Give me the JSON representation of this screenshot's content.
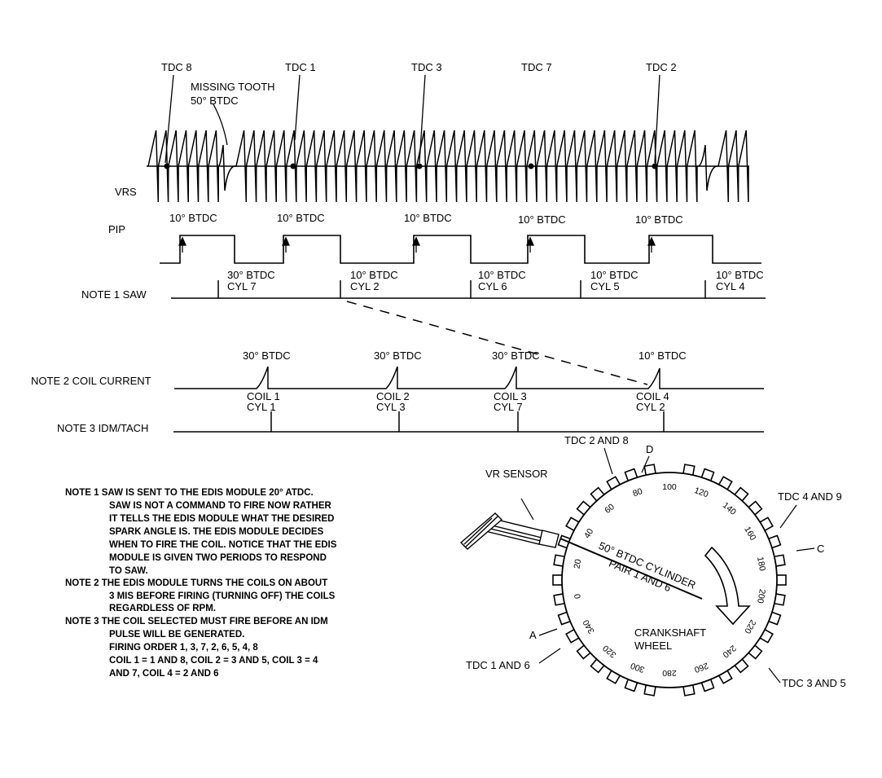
{
  "waveform_labels": {
    "tdc_8": "TDC 8",
    "tdc_1": "TDC 1",
    "tdc_3": "TDC 3",
    "tdc_7": "TDC 7",
    "tdc_2": "TDC 2",
    "missing_tooth": "MISSING TOOTH",
    "missing_tooth_angle": "50° BTDC",
    "vrs": "VRS",
    "pip": "PIP"
  },
  "pip_labels": [
    "10° BTDC",
    "10° BTDC",
    "10° BTDC",
    "10° BTDC",
    "10° BTDC"
  ],
  "saw": {
    "label": "NOTE 1  SAW",
    "pulses": [
      {
        "angle": "30° BTDC",
        "cyl": "CYL 7"
      },
      {
        "angle": "10° BTDC",
        "cyl": "CYL 2"
      },
      {
        "angle": "10° BTDC",
        "cyl": "CYL 6"
      },
      {
        "angle": "10° BTDC",
        "cyl": "CYL 5"
      },
      {
        "angle": "10° BTDC",
        "cyl": "CYL 4"
      }
    ]
  },
  "coil_current": {
    "label": "NOTE 2  COIL  CURRENT",
    "pulses": [
      {
        "angle": "30° BTDC",
        "coil": "COIL 1",
        "cyl": "CYL 1"
      },
      {
        "angle": "30° BTDC",
        "coil": "COIL 2",
        "cyl": "CYL 3"
      },
      {
        "angle": "30° BTDC",
        "coil": "COIL 3",
        "cyl": "CYL 7"
      },
      {
        "angle": "10° BTDC",
        "coil": "COIL 4",
        "cyl": "CYL 2"
      }
    ]
  },
  "idm_tach": {
    "label": "NOTE 3  IDM/TACH"
  },
  "notes": [
    "NOTE 1  SAW IS SENT TO THE EDIS MODULE 20° ATDC.",
    "SAW IS NOT A COMMAND TO FIRE NOW RATHER",
    "IT TELLS THE EDIS MODULE WHAT THE DESIRED",
    "SPARK ANGLE IS. THE EDIS MODULE DECIDES",
    "WHEN TO FIRE THE COIL. NOTICE THAT THE EDIS",
    "MODULE IS GIVEN TWO PERIODS TO RESPOND",
    "TO SAW.",
    "NOTE 2  THE EDIS MODULE TURNS THE COILS ON ABOUT",
    "3 MIS BEFORE FIRING (TURNING OFF) THE COILS",
    "REGARDLESS OF RPM.",
    "NOTE 3  THE COIL SELECTED MUST FIRE BEFORE AN IDM",
    "PULSE WILL BE GENERATED.",
    "FIRING ORDER 1, 3, 7, 2, 6, 5, 4, 8",
    "COIL 1 = 1 AND 8, COIL 2 = 3 AND 5, COIL 3 = 4",
    "AND 7, COIL 4 = 2 AND 6"
  ],
  "wheel": {
    "vr_sensor": "VR SENSOR",
    "tdc_2_8": "TDC 2 AND 8",
    "tdc_4_9": "TDC 4 AND 9",
    "tdc_1_6": "TDC 1 AND 6",
    "tdc_3_5": "TDC 3 AND 5",
    "letter_a": "A",
    "letter_c": "C",
    "letter_d": "D",
    "btdc_line1": "50° BTDC CYLINDER",
    "btdc_line2": "PAIR 1 AND 6",
    "name_line1": "CRANKSHAFT",
    "name_line2": "WHEEL",
    "degrees": [
      "0",
      "20",
      "40",
      "60",
      "80",
      "100",
      "120",
      "140",
      "160",
      "180",
      "200",
      "220",
      "240",
      "260",
      "280",
      "300",
      "320",
      "340"
    ]
  }
}
